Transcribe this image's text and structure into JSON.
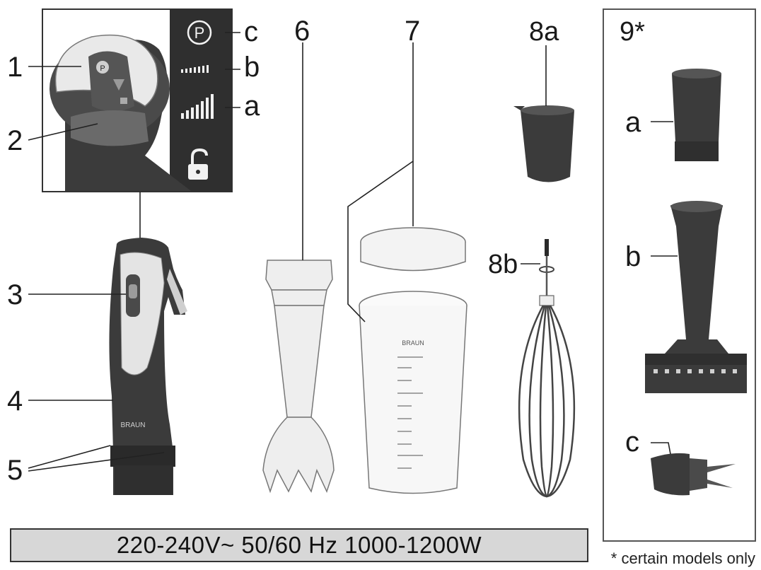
{
  "labels": {
    "n1": "1",
    "n2": "2",
    "n3": "3",
    "n4": "4",
    "n5": "5",
    "n6": "6",
    "n7": "7",
    "n8a": "8a",
    "n8b": "8b",
    "n9": "9*",
    "mode_c": "c",
    "mode_b": "b",
    "mode_a": "a",
    "acc_a": "a",
    "acc_b": "b",
    "acc_c": "c",
    "panel_p": "P",
    "brand_small": "BRAUN"
  },
  "voltage_text": "220-240V~  50/60 Hz  1000-1200W",
  "footnote": "* certain models only",
  "colors": {
    "dark_body": "#3b3b3b",
    "mid_gray": "#5a5a5a",
    "light_part": "#e6e6e6",
    "panel_dark": "#2e2e2e",
    "bar_fill": "#d7d7d7"
  }
}
